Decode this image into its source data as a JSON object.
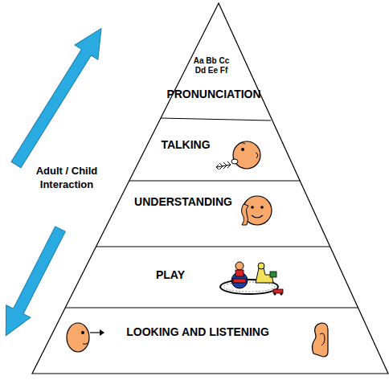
{
  "diagram": {
    "nodes": [
      {
        "text": [
          "Aa Bb Cc Dd Ee Ff",
          "PRONUNCIATION"
        ]
      },
      {
        "text": [
          "TALKING"
        ]
      },
      {
        "text": [
          "UNDERSTANDING"
        ]
      },
      {
        "text": [
          "PLAY"
        ]
      },
      {
        "text": [
          "LOOKING AND LISTENING"
        ]
      }
    ],
    "labels": [
      "Adult / Child Interaction"
    ]
  }
}
